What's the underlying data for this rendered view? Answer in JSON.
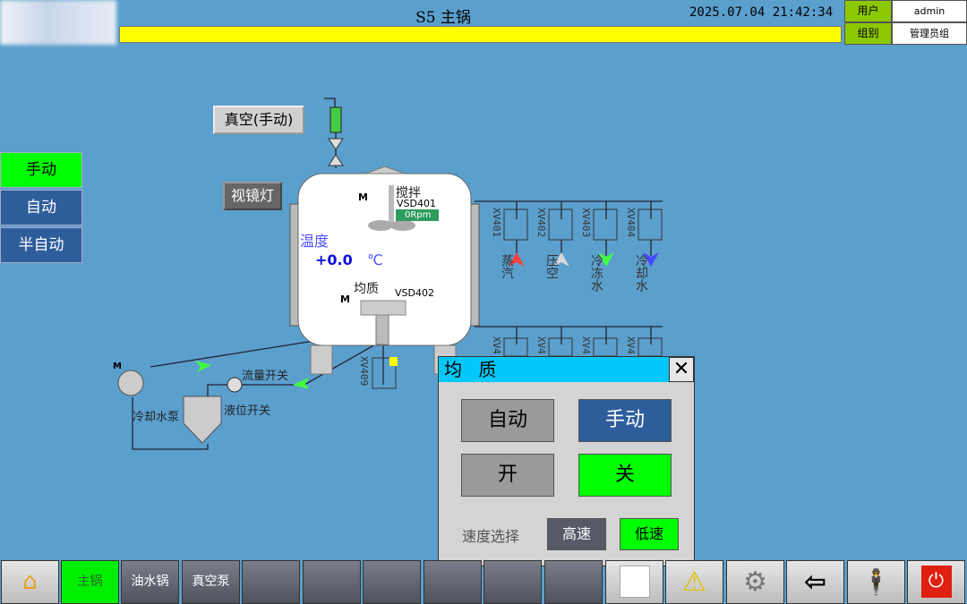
{
  "header": {
    "title": "S5 主锅",
    "datetime": "2025.07.04 21:42:34",
    "user_label": "用户",
    "user_value": "admin",
    "group_label": "组别",
    "group_value": "管理员组"
  },
  "modes": [
    {
      "label": "手动",
      "active": true
    },
    {
      "label": "自动"
    },
    {
      "label": "半自动"
    }
  ],
  "diagram": {
    "vacuum_button": "真空(手动)",
    "sight_lamp_button": "视镜灯",
    "stir_label": "搅拌",
    "stir_vsd": "VSD401",
    "stir_speed": "0Rpm",
    "temp_label": "温度",
    "temp_value": "+0.0",
    "temp_unit": "℃",
    "homog_label": "均质",
    "homog_vsd": "VSD402",
    "motor": "M",
    "valves_top": [
      {
        "id": "XV401",
        "medium": "蒸汽",
        "color": "#ff4040"
      },
      {
        "id": "XV402",
        "medium": "压空",
        "color": "#d8d8d8"
      },
      {
        "id": "XV403",
        "medium": "冷冻水",
        "color": "#40ff40"
      },
      {
        "id": "XV404",
        "medium": "冷却水",
        "color": "#4848ff"
      }
    ],
    "valves_bottom": [
      "XV4",
      "XV4",
      "XV4",
      "XV4"
    ],
    "valve_xv409": "XV409",
    "flow_switch": "流量开关",
    "level_switch": "液位开关",
    "pump": "冷却水泵"
  },
  "dialog": {
    "title": "均 质",
    "close": "✕",
    "auto": "自动",
    "manual": "手动",
    "on": "开",
    "off": "关",
    "speed_label": "速度选择",
    "high": "高速",
    "low": "低速"
  },
  "toolbar": {
    "tabs": [
      "主锅",
      "油水锅",
      "真空泵",
      "",
      "",
      "",
      "",
      "",
      ""
    ],
    "active": "主锅",
    "icons": [
      "home-icon",
      "notepad-icon",
      "warning-icon",
      "gear-icon",
      "logout-icon",
      "user-icon",
      "power-icon"
    ]
  }
}
